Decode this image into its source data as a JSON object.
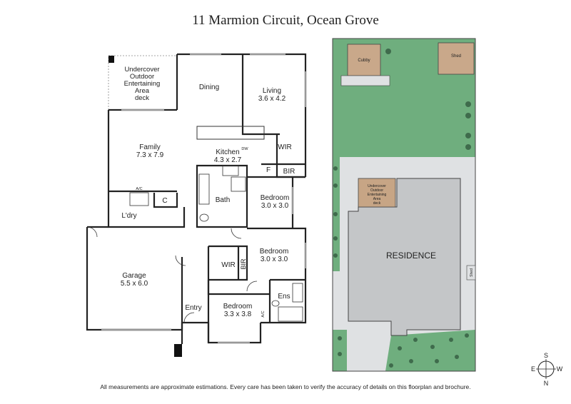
{
  "title": "11 Marmion Circuit, Ocean Grove",
  "footer": "All measurements are approximate estimations. Every care has been taken to verify the accuracy of details on this floorplan and brochure.",
  "floorplan": {
    "deck": [
      "Undercover",
      "Outdoor",
      "Entertaining",
      "Area",
      "deck"
    ],
    "dining": "Dining",
    "living": {
      "name": "Living",
      "size": "3.6 x 4.2"
    },
    "family": {
      "name": "Family",
      "size": "7.3 x 7.9"
    },
    "kitchen": {
      "name": "Kitchen",
      "size": "4.3 x 2.7"
    },
    "dw": "DW",
    "wir_top": "WIR",
    "f": "F",
    "bir_top": "BIR",
    "ac_top": "A/C",
    "c": "C",
    "bath": "Bath",
    "bedroom1": {
      "name": "Bedroom",
      "size": "3.0 x 3.0"
    },
    "ldry": "L'dry",
    "bedroom2": {
      "name": "Bedroom",
      "size": "3.0 x 3.0"
    },
    "garage": {
      "name": "Garage",
      "size": "5.5 x 6.0"
    },
    "wir_mid": "WIR",
    "bir_mid": "BIR",
    "ens": "Ens",
    "entry": "Entry",
    "bedroom3": {
      "name": "Bedroom",
      "size": "3.3 x 3.8"
    },
    "ac_bottom": "A/C"
  },
  "siteplan": {
    "cubby": "Cubby",
    "shed": "Shed",
    "deck": [
      "Undercover",
      "Outdoor",
      "Entertaining",
      "Area",
      "deck"
    ],
    "residence": "RESIDENCE",
    "shed_small": "Shed"
  },
  "compass": {
    "s": "S",
    "e": "E",
    "w": "W",
    "n": "N"
  },
  "colors": {
    "lawn": "#6fae7e",
    "paving": "#dfe1e3",
    "residence": "#c4c6c8",
    "deck": "#c7a585",
    "walls": "#222222"
  }
}
